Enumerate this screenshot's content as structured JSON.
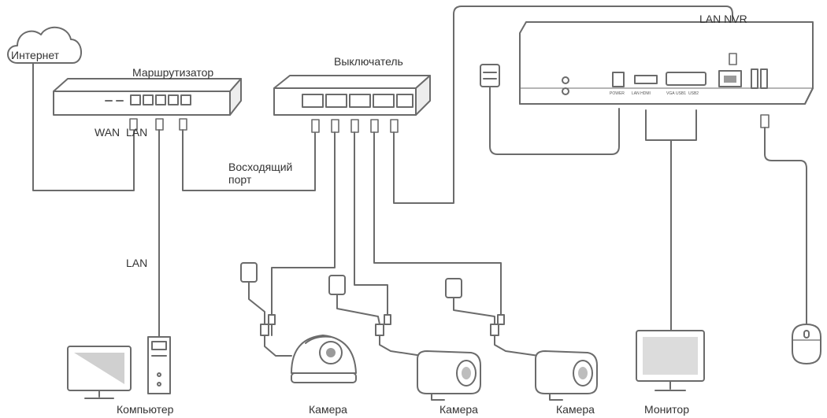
{
  "labels": {
    "internet": "Интернет",
    "router": "Маршрутизатор",
    "switch": "Выключатель",
    "lan_nvr": "LAN NVR",
    "wan": "WAN",
    "lan_router": "LAN",
    "uplink": "Восходящий\nпорт",
    "lan_pc": "LAN",
    "computer": "Компьютер",
    "camera1": "Камера",
    "camera2": "Камера",
    "camera3": "Камера",
    "monitor": "Монитор"
  },
  "nvr_ports": {
    "power": "POWER",
    "lan_hdmi": "LAN  HDMI",
    "vga": "VGA",
    "usb1": "USB1",
    "usb2": "USB2"
  },
  "colors": {
    "line": "#6b6b6b",
    "device_fill": "#ffffff",
    "device_dark": "#9a9a9a",
    "text": "#333333"
  }
}
